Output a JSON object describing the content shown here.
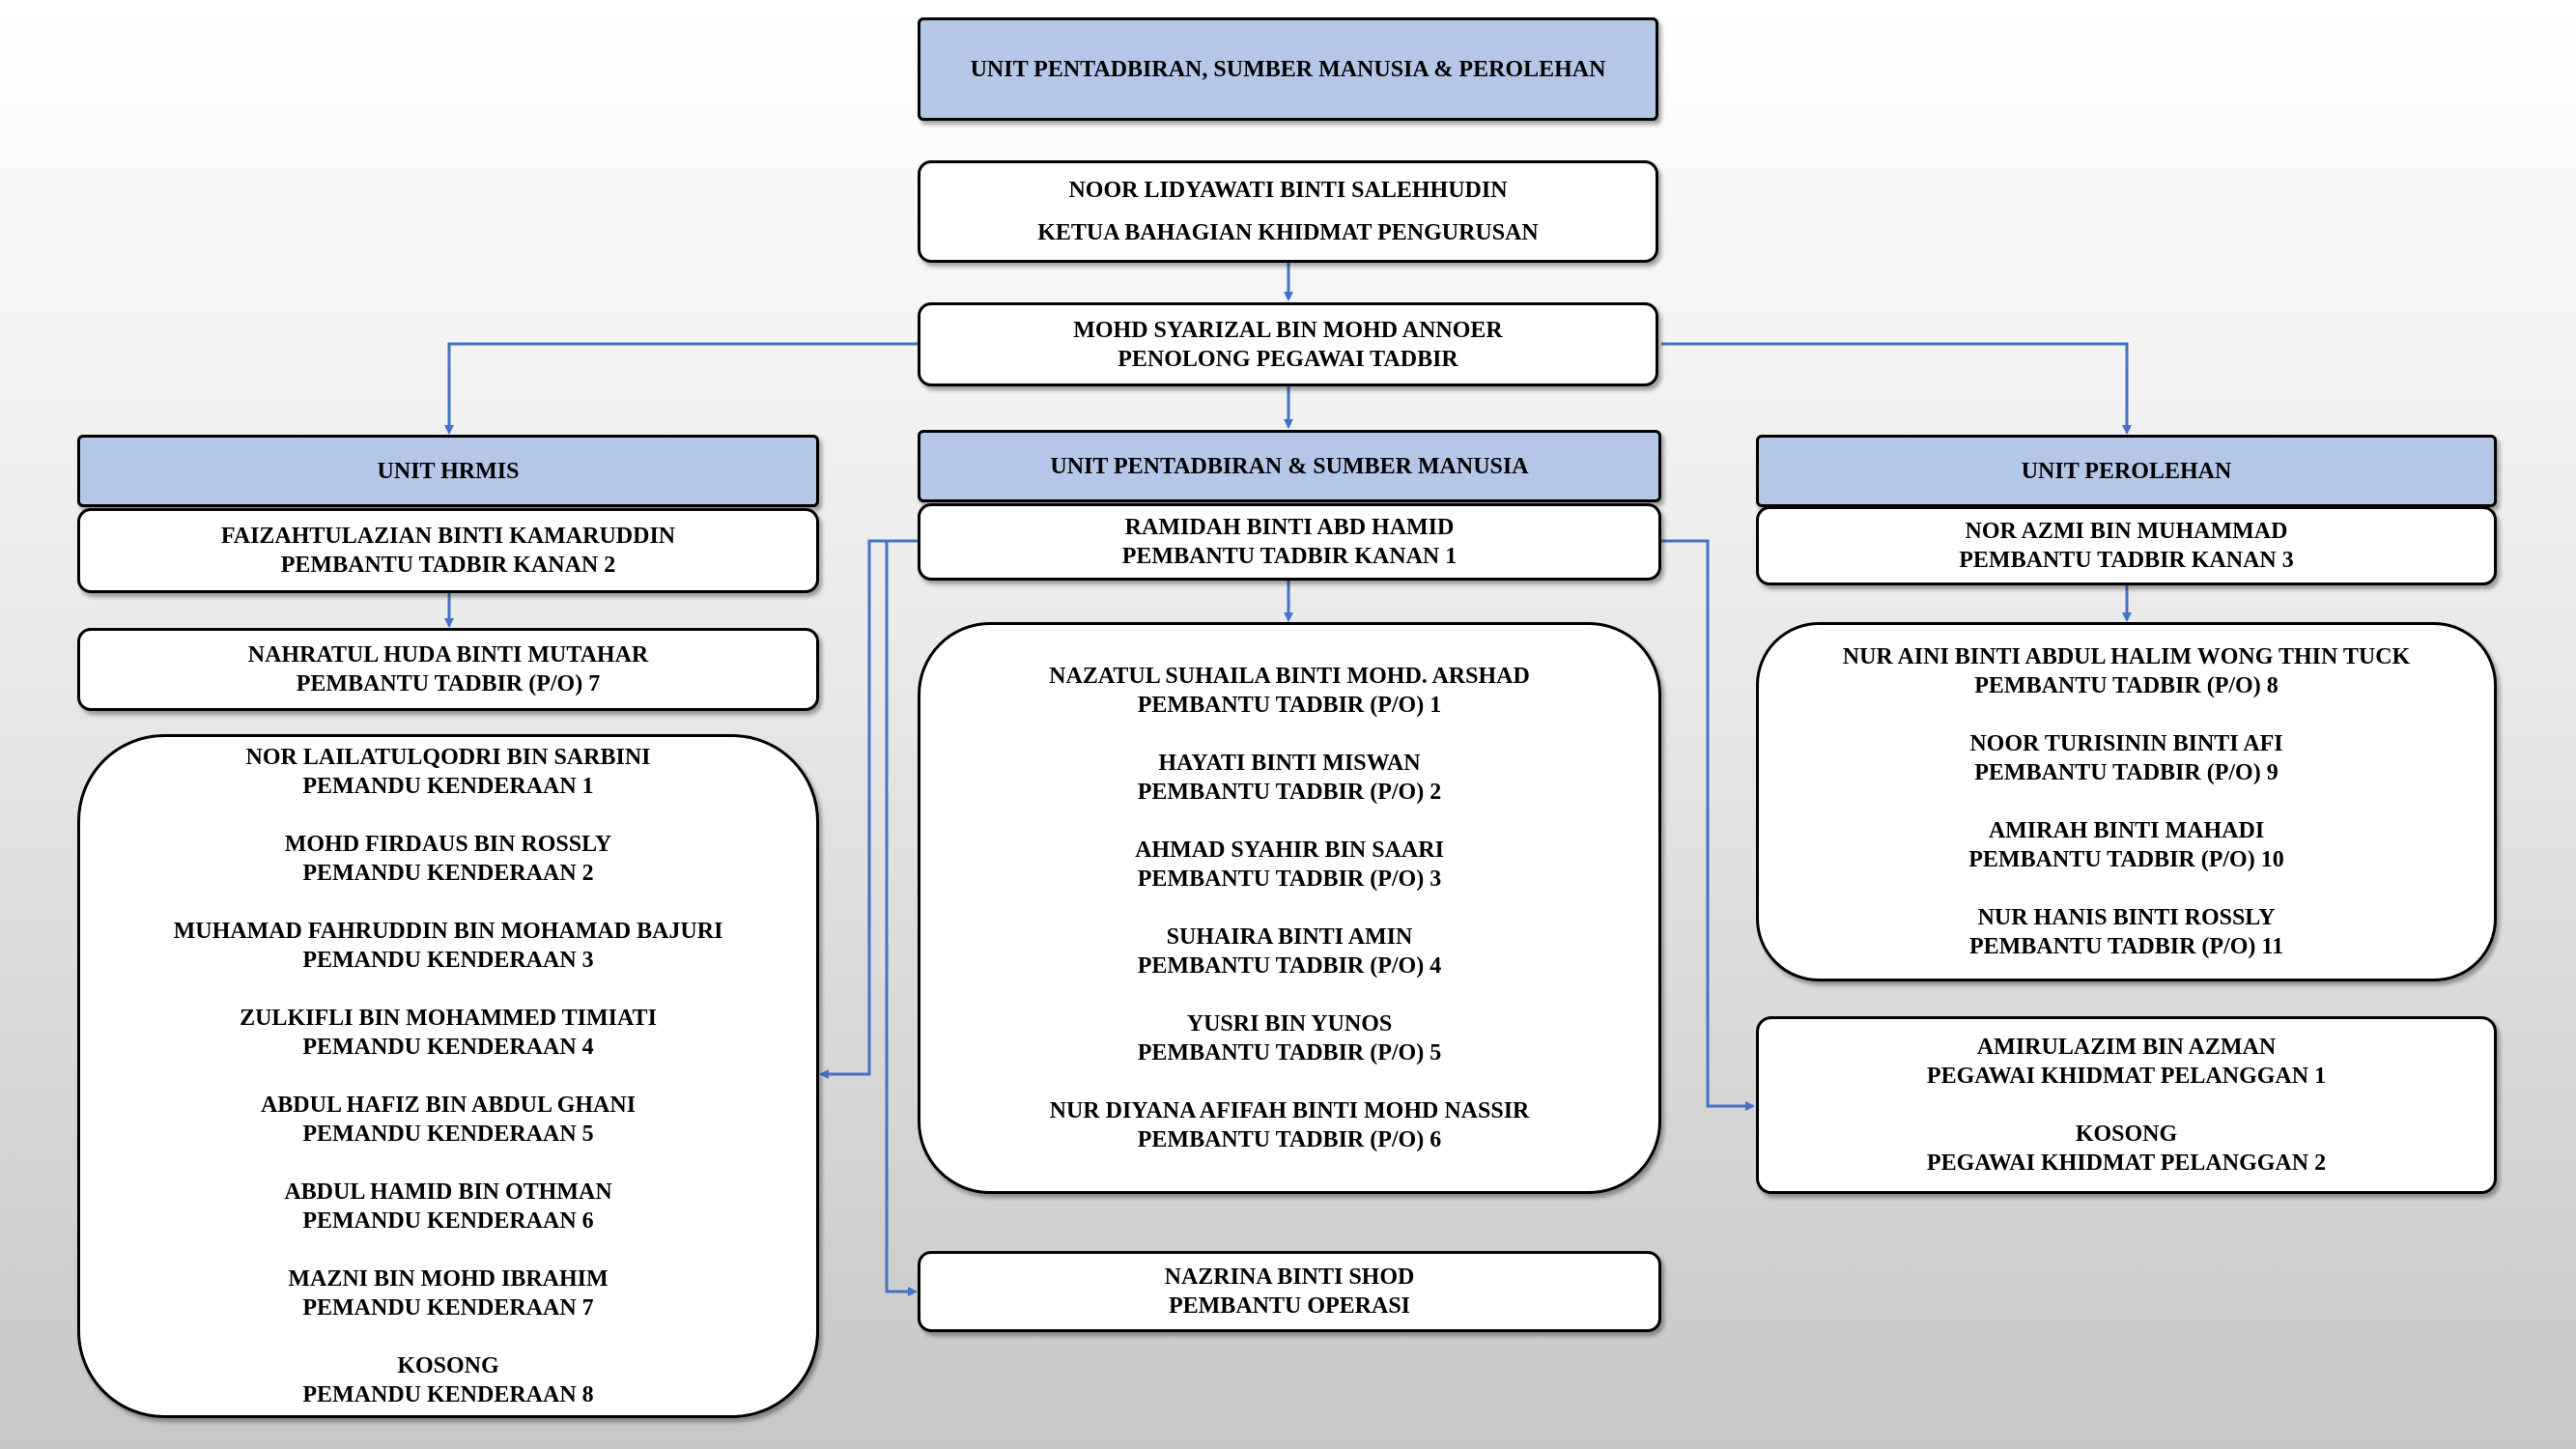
{
  "top": {
    "title": "UNIT PENTADBIRAN, SUMBER MANUSIA & PEROLEHAN",
    "head_name": "NOOR LIDYAWATI BINTI SALEHHUDIN",
    "head_role": "KETUA BAHAGIAN KHIDMAT PENGURUSAN",
    "assistant_name": "MOHD SYARIZAL BIN MOHD ANNOER",
    "assistant_role": "PENOLONG PEGAWAI TADBIR"
  },
  "hrmis": {
    "header": "UNIT HRMIS",
    "lead": {
      "name": "FAIZAHTULAZIAN BINTI KAMARUDDIN",
      "role": "PEMBANTU TADBIR KANAN 2"
    },
    "sub": {
      "name": "NAHRATUL HUDA BINTI MUTAHAR",
      "role": "PEMBANTU TADBIR (P/O) 7"
    },
    "drivers": [
      {
        "name": "NOR LAILATULQODRI BIN SARBINI",
        "role": "PEMANDU KENDERAAN 1"
      },
      {
        "name": "MOHD FIRDAUS BIN ROSSLY",
        "role": "PEMANDU KENDERAAN 2"
      },
      {
        "name": "MUHAMAD FAHRUDDIN BIN MOHAMAD BAJURI",
        "role": "PEMANDU KENDERAAN 3"
      },
      {
        "name": "ZULKIFLI BIN MOHAMMED TIMIATI",
        "role": "PEMANDU KENDERAAN 4"
      },
      {
        "name": "ABDUL HAFIZ BIN ABDUL GHANI",
        "role": "PEMANDU KENDERAAN 5"
      },
      {
        "name": "ABDUL HAMID BIN OTHMAN",
        "role": "PEMANDU KENDERAAN 6"
      },
      {
        "name": "MAZNI BIN MOHD IBRAHIM",
        "role": "PEMANDU KENDERAAN 7"
      },
      {
        "name": "KOSONG",
        "role": "PEMANDU KENDERAAN 8"
      }
    ]
  },
  "admin": {
    "header": "UNIT PENTADBIRAN & SUMBER MANUSIA",
    "lead": {
      "name": "RAMIDAH BINTI ABD HAMID",
      "role": "PEMBANTU TADBIR KANAN 1"
    },
    "staff": [
      {
        "name": "NAZATUL SUHAILA BINTI MOHD. ARSHAD",
        "role": "PEMBANTU TADBIR (P/O) 1"
      },
      {
        "name": "HAYATI BINTI MISWAN",
        "role": "PEMBANTU TADBIR (P/O) 2"
      },
      {
        "name": "AHMAD SYAHIR BIN SAARI",
        "role": "PEMBANTU TADBIR (P/O) 3"
      },
      {
        "name": "SUHAIRA BINTI AMIN",
        "role": "PEMBANTU TADBIR (P/O) 4"
      },
      {
        "name": "YUSRI BIN YUNOS",
        "role": "PEMBANTU TADBIR (P/O) 5"
      },
      {
        "name": "NUR DIYANA AFIFAH BINTI MOHD NASSIR",
        "role": "PEMBANTU TADBIR (P/O) 6"
      }
    ],
    "ops": {
      "name": "NAZRINA BINTI SHOD",
      "role": "PEMBANTU OPERASI"
    }
  },
  "procurement": {
    "header": "UNIT PEROLEHAN",
    "lead": {
      "name": "NOR AZMI BIN MUHAMMAD",
      "role": "PEMBANTU TADBIR KANAN 3"
    },
    "staff": [
      {
        "name": "NUR AINI BINTI ABDUL HALIM WONG THIN TUCK",
        "role": "PEMBANTU TADBIR (P/O) 8"
      },
      {
        "name": "NOOR TURISININ BINTI AFI",
        "role": "PEMBANTU TADBIR (P/O) 9"
      },
      {
        "name": "AMIRAH BINTI MAHADI",
        "role": "PEMBANTU TADBIR (P/O) 10"
      },
      {
        "name": "NUR HANIS BINTI ROSSLY",
        "role": "PEMBANTU TADBIR (P/O) 11"
      }
    ],
    "customer_service": [
      {
        "name": "AMIRULAZIM BIN AZMAN",
        "role": "PEGAWAI KHIDMAT PELANGGAN 1"
      },
      {
        "name": "KOSONG",
        "role": "PEGAWAI KHIDMAT PELANGGAN 2"
      }
    ]
  },
  "colors": {
    "header_fill": "#b4c7e7",
    "connector": "#4472c4",
    "border": "#000000"
  }
}
